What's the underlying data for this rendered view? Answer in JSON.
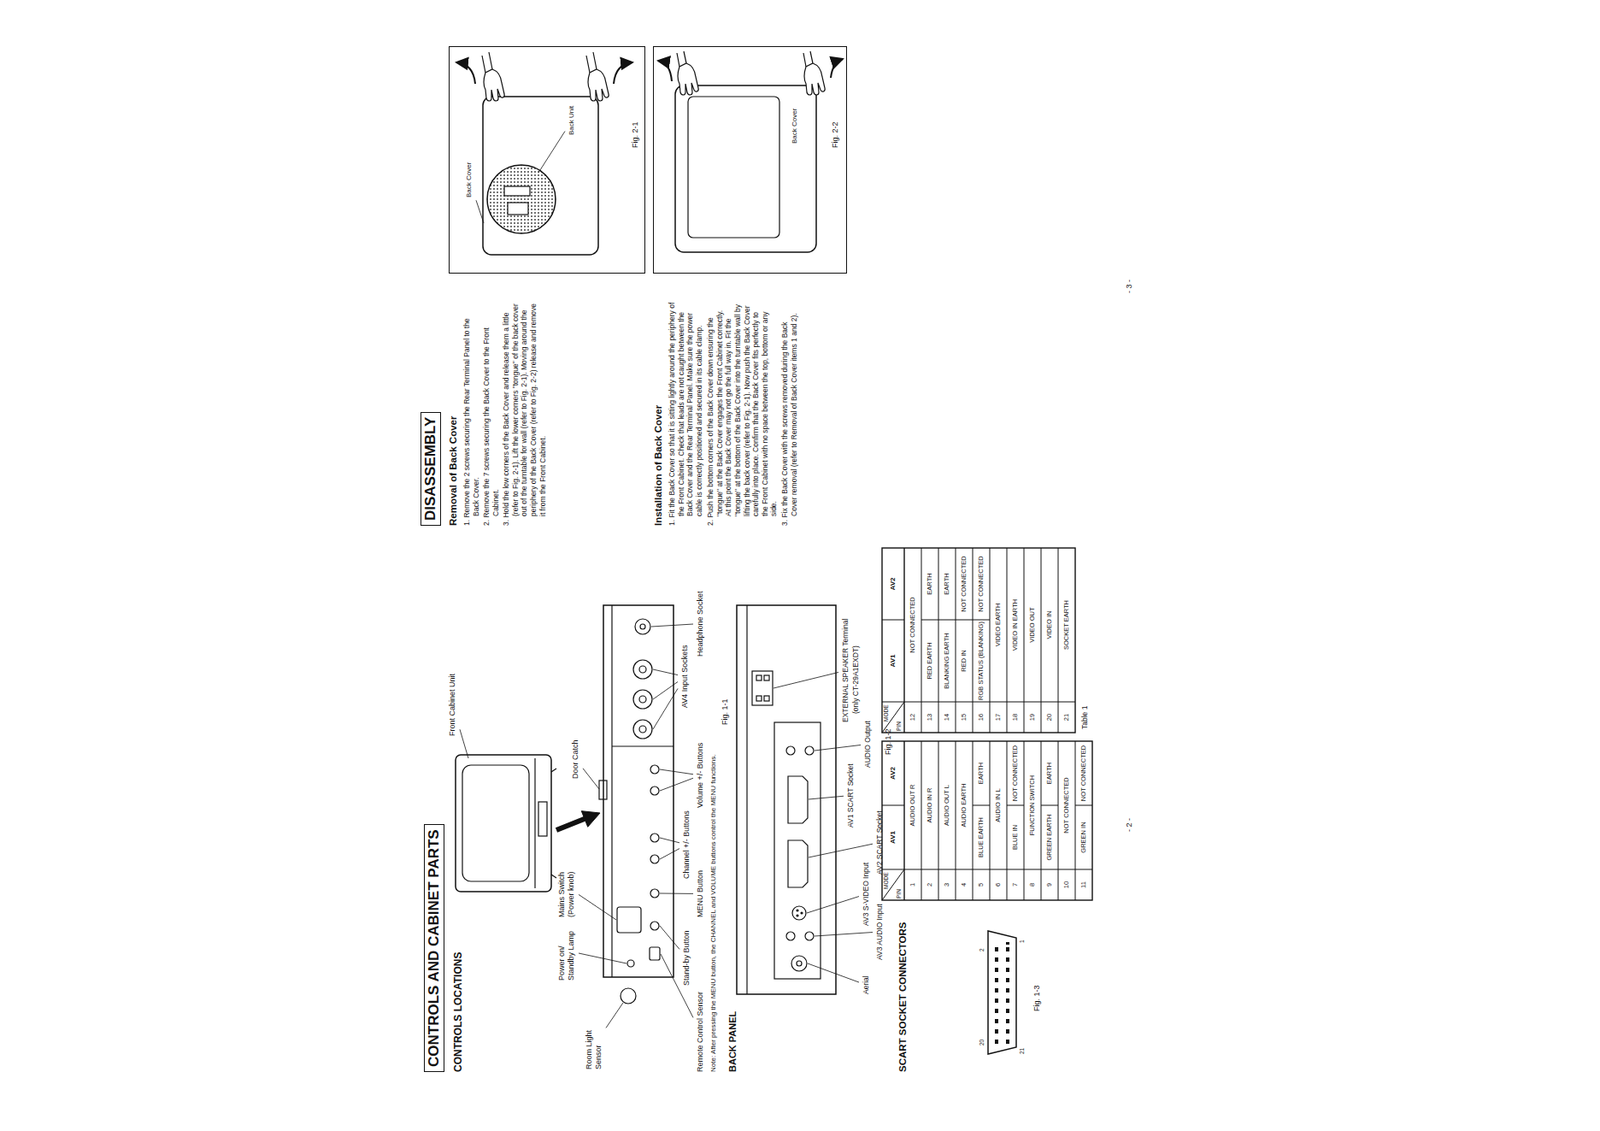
{
  "diagram": {
    "nodes": [
      {
        "text": [
          "CONTROLS AND CABINET PARTS"
        ]
      },
      {
        "text": [
          "DISASSEMBLY"
        ]
      },
      {
        "text": [
          "Back Cover",
          "Back Unit"
        ]
      },
      {
        "text": [
          "Back Cover"
        ]
      }
    ],
    "labels": [
      "CONTROLS LOCATIONS",
      "Front Cabinet Unit",
      "Power on/ Standby Lamp",
      "Mains Switch (Power knob)",
      "Door Catch",
      "Room Light Sensor",
      "Stand-by Button",
      "Channel +/- Buttons",
      "AV4 Input Sockets",
      "Remote Control Sensor",
      "MENU Button",
      "Volume +/- Buttons",
      "Headphone Socket",
      "Note: After pressing the MENU button, the CHANNEL and VOLUME buttons control the MENU functions.",
      "Fig. 1-1",
      "BACK PANEL",
      "Aerial",
      "AV3 AUDIO Input",
      "AV3 S-VIDEO Input",
      "AV2 SCART Socket",
      "AV1 SCART Socket",
      "AUDIO Output",
      "EXTERNAL SPEAKER Terminal",
      "(only CT-29A1EXDT)",
      "Fig. 1-2",
      "SCART SOCKET CONNECTORS",
      "20",
      "2",
      "21",
      "1",
      "Fig. 1-3",
      "MODE",
      "PIN",
      "AV1",
      "AV2",
      "1",
      "AUDIO OUT R",
      "2",
      "AUDIO IN R",
      "3",
      "AUDIO OUT L",
      "4",
      "AUDIO EARTH",
      "5",
      "BLUE EARTH",
      "EARTH",
      "6",
      "AUDIO IN L",
      "7",
      "BLUE IN",
      "NOT CONNECTED",
      "8",
      "FUNCTION SWITCH",
      "9",
      "GREEN EARTH",
      "EARTH",
      "10",
      "NOT CONNECTED",
      "11",
      "GREEN IN",
      "NOT CONNECTED",
      "MODE",
      "PIN",
      "AV1",
      "AV2",
      "12",
      "NOT CONNECTED",
      "13",
      "RED EARTH",
      "EARTH",
      "14",
      "BLANKING EARTH",
      "EARTH",
      "15",
      "RED IN",
      "NOT CONNECTED",
      "16",
      "RGB STATUS (BLANKING)",
      "NOT CONNECTED",
      "17",
      "VIDEO EARTH",
      "18",
      "VIDEO IN EARTH",
      "19",
      "VIDEO OUT",
      "20",
      "VIDEO IN",
      "21",
      "SOCKET EARTH",
      "Table 1",
      "- 2 -",
      "Removal of Back Cover",
      "1. Remove the 2 screws securing the Rear Terminal Panel to the Back Cover.",
      "2. Remove the 7 screws securing the Back Cover to the Front Cabinet.",
      "3. Hold the low corners of the Back Cover and release them a little (refer to Fig. 2-1). Lift the lower corners \"tongue\" of the back cover out of the turntable for wall (refer to Fig. 2-1). Moving around the periphery of the Back Cover (refer to Fig. 2-2) release and remove it from the Front Cabinet.",
      "Installation of Back Cover",
      "1. Fit the Back Cover so that it is sitting lightly around the periphery of the Front Cabinet. Check that leads are not caught between the Back Cover and the Rear Terminal Panel. Make sure the power cable is correctly positioned and secured in its cable clamp.",
      "2. Push the bottom corners of the Back Cover down ensuring the \"tongue\" at the Back Cover engages the Front Cabinet correctly. At this point the Back Cover may not go the full way in. Fit the \"tongue\" at the bottom of the Back Cover into the turntable wall by lifting the back cover (refer to Fig. 2-1). Now push the Back Cover carefully into place. Confirm that the Back Cover fits perfectly to the Front Cabinet with no space between the top, bottom or any side.",
      "3. Fix the Back Cover with the screws removed during the Back Cover removal (refer to Removal of Back Cover items 1 and 2).",
      "Fig. 2-1",
      "Fig. 2-2",
      "- 3 -"
    ]
  }
}
